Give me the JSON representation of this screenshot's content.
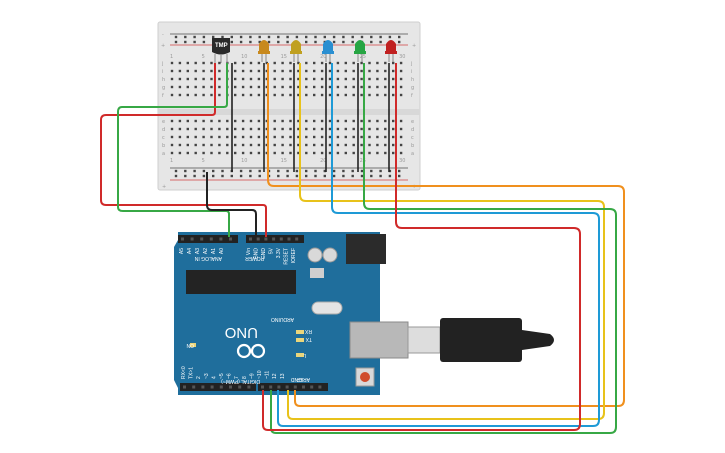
{
  "breadboard": {
    "plus_sign": "+",
    "minus_sign": "-",
    "row_letters_top": [
      "j",
      "i",
      "h",
      "g",
      "f"
    ],
    "row_letters_bottom": [
      "e",
      "d",
      "c",
      "b",
      "a"
    ],
    "column_numbers": [
      "1",
      "5",
      "10",
      "15",
      "20",
      "25",
      "30"
    ]
  },
  "sensor": {
    "label": "TMP"
  },
  "leds": [
    {
      "name": "led-orange",
      "color": "#c8891d"
    },
    {
      "name": "led-yellow",
      "color": "#c0a020"
    },
    {
      "name": "led-blue",
      "color": "#2a8fd1"
    },
    {
      "name": "led-green",
      "color": "#27a543"
    },
    {
      "name": "led-red",
      "color": "#c02020"
    }
  ],
  "arduino": {
    "brand": "ARDUINO",
    "model": "UNO",
    "analog_header": "ANALOG IN",
    "power_header": "POWER",
    "digital_header": "DIGITAL (PWM~)",
    "aref": "AREF",
    "gnd": "GND",
    "tx_label": "TX",
    "rx_label": "RX",
    "l_label": "L",
    "on_label": "ON",
    "analog_pins": [
      "A5",
      "A4",
      "A3",
      "A2",
      "A1",
      "A0"
    ],
    "power_pins": [
      "Vin",
      "GND",
      "GND",
      "5V",
      "3.3V",
      "RESET",
      "IOREF"
    ],
    "digital_pins": [
      "RX<0",
      "TX>1",
      "2",
      "~3",
      "4",
      "~5",
      "~6",
      "7",
      "8",
      "~9",
      "~10",
      "~11",
      "12",
      "13"
    ]
  },
  "wire_colors": {
    "red": "#d02a2a",
    "green": "#37a845",
    "black": "#222222",
    "orange": "#f0901e",
    "yellow": "#e8c21a",
    "blue": "#1e9ad6"
  }
}
